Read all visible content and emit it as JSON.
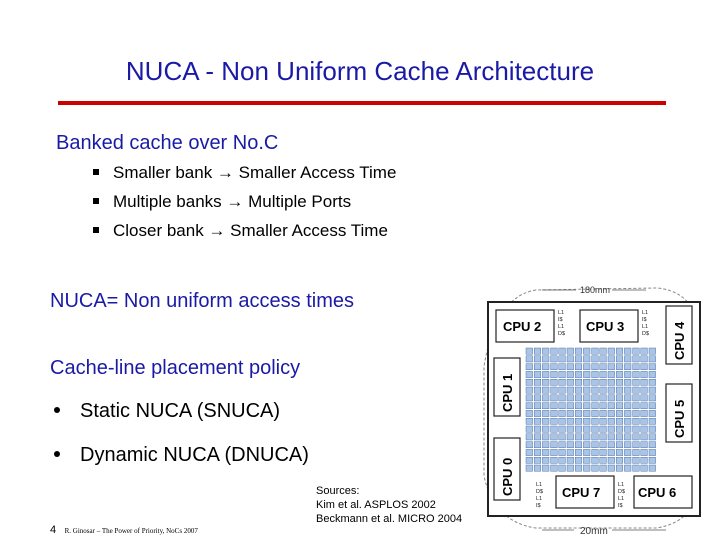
{
  "slide": {
    "title": "NUCA - Non Uniform Cache Architecture",
    "heading1": "Banked cache over No.C",
    "sub_bullets": [
      "Smaller bank → Smaller Access Time",
      "Multiple banks → Multiple Ports",
      "Closer bank → Smaller Access Time"
    ],
    "heading2": "NUCA= Non uniform access times",
    "heading3": "Cache-line placement policy",
    "bullets": [
      "Static NUCA (SNUCA)",
      "Dynamic NUCA (DNUCA)"
    ],
    "sources": [
      "Sources:",
      "Kim et al. ASPLOS 2002",
      "Beckmann et al. MICRO 2004"
    ],
    "footer": {
      "page_number": "4",
      "caption": "R. Ginosar – The Power of Priority, NoCs 2007"
    }
  },
  "figure": {
    "dim_top": "180mm",
    "dim_bottom": "20mm",
    "cpus": [
      "CPU 2",
      "CPU 3",
      "CPU 4",
      "CPU 1",
      "CPU 5",
      "CPU 0",
      "CPU 7",
      "CPU 6"
    ],
    "cache_labels": [
      "L1",
      "I$",
      "L1",
      "D$"
    ],
    "colors": {
      "title": "#1a1aa6",
      "rule": "#cc0000",
      "bank_fill": "#a8c4e6",
      "bank_stroke": "#3a5f9a"
    }
  }
}
